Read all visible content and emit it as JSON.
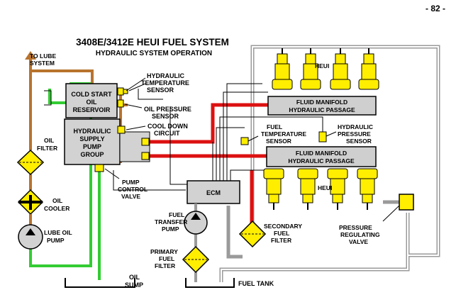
{
  "page_number": "- 82 -",
  "title": "3408E/3412E HEUI FUEL SYSTEM",
  "subtitle": "HYDRAULIC SYSTEM OPERATION",
  "labels": {
    "to_lube_1": "TO LUBE",
    "to_lube_2": "SYSTEM",
    "cold_start_1": "COLD START",
    "cold_start_2": "OIL",
    "cold_start_3": "RESERVOIR",
    "hyd_supply_1": "HYDRAULIC",
    "hyd_supply_2": "SUPPLY",
    "hyd_supply_3": "PUMP",
    "hyd_supply_4": "GROUP",
    "hyd_temp_1": "HYDRAULIC",
    "hyd_temp_2": "TEMPERATURE",
    "hyd_temp_3": "SENSOR",
    "oil_press_1": "OIL PRESSURE",
    "oil_press_2": "SENSOR",
    "cool_down_1": "COOL DOWN",
    "cool_down_2": "CIRCUIT",
    "pump_ctrl_1": "PUMP",
    "pump_ctrl_2": "CONTROL",
    "pump_ctrl_3": "VALVE",
    "oil_filter_1": "OIL",
    "oil_filter_2": "FILTER",
    "oil_cooler_1": "OIL",
    "oil_cooler_2": "COOLER",
    "lube_pump_1": "LUBE OIL",
    "lube_pump_2": "PUMP",
    "oil_sump_1": "OIL",
    "oil_sump_2": "SUMP",
    "heui_top": "HEUI",
    "heui_bottom": "HEUI",
    "manifold_top_1": "FLUID MANIFOLD",
    "manifold_top_2": "HYDRAULIC PASSAGE",
    "manifold_bot_1": "FLUID MANIFOLD",
    "manifold_bot_2": "HYDRAULIC PASSAGE",
    "fuel_temp_1": "FUEL",
    "fuel_temp_2": "TEMPERATURE",
    "fuel_temp_3": "SENSOR",
    "hyd_press_1": "HYDRAULIC",
    "hyd_press_2": "PRESSURE",
    "hyd_press_3": "SENSOR",
    "ecm": "ECM",
    "fuel_transfer_1": "FUEL",
    "fuel_transfer_2": "TRANSFER",
    "fuel_transfer_3": "PUMP",
    "primary_filter_1": "PRIMARY",
    "primary_filter_2": "FUEL",
    "primary_filter_3": "FILTER",
    "secondary_filter_1": "SECONDARY",
    "secondary_filter_2": "FUEL",
    "secondary_filter_3": "FILTER",
    "prv_1": "PRESSURE",
    "prv_2": "REGULATING",
    "prv_3": "VALVE",
    "fuel_tank": "FUEL TANK"
  },
  "colors": {
    "lube_line": "#b8732e",
    "supply_line": "#33cc33",
    "high_pressure": "#dd1111",
    "fuel_line": "#9a9a9a",
    "component_yellow": "#ffee00",
    "component_fill": "#d2d2d2",
    "manifold_fill": "#cfcfcf"
  }
}
